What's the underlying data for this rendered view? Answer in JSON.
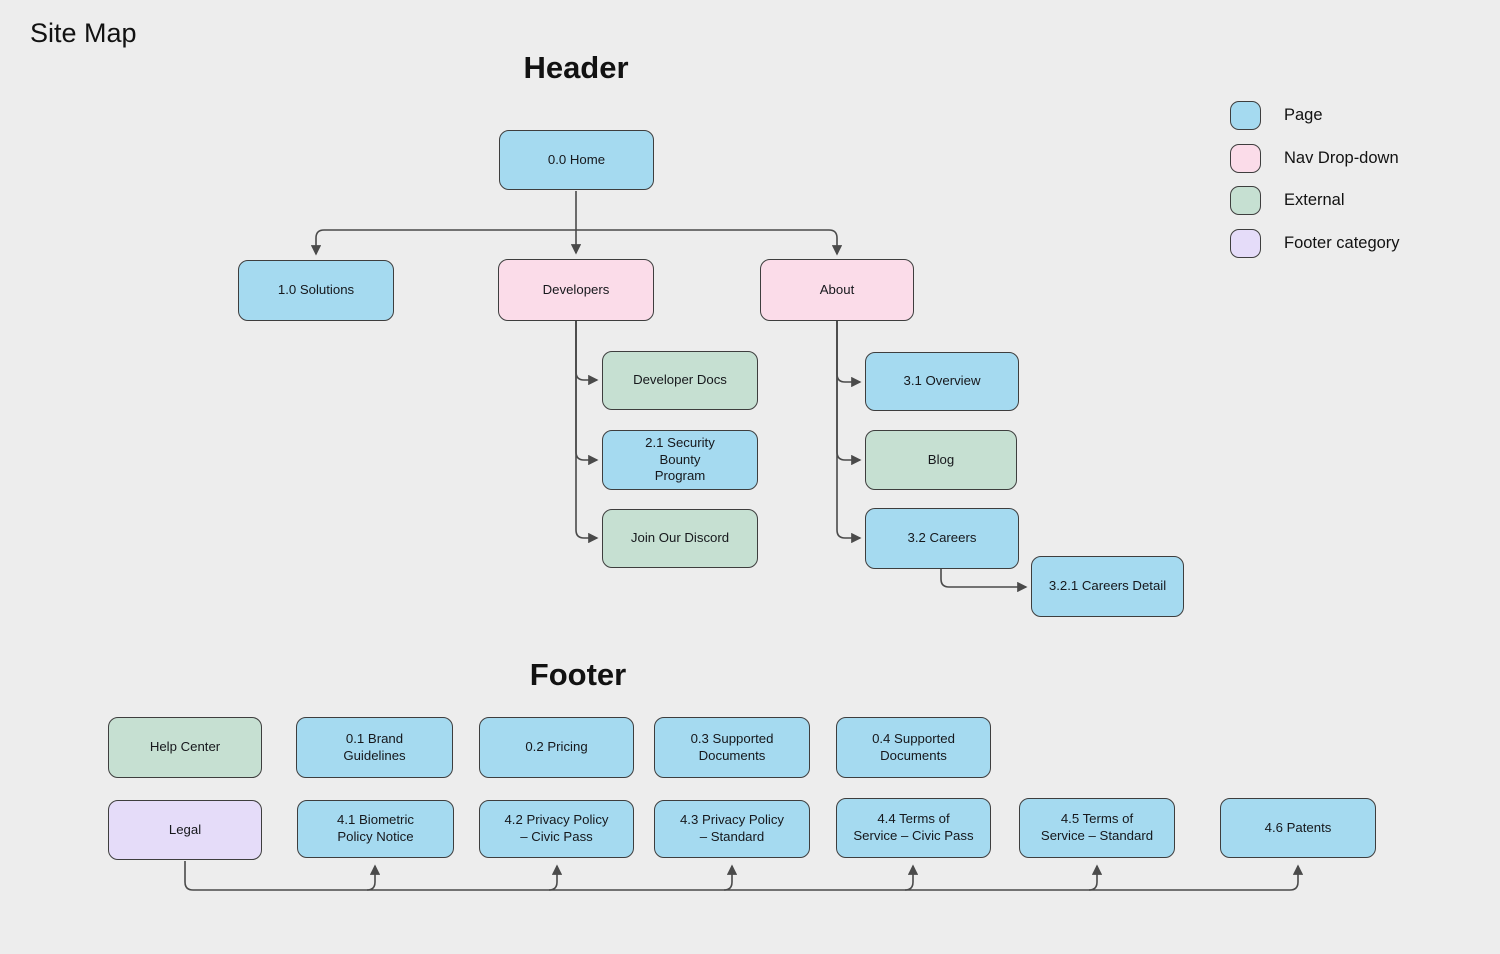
{
  "title": "Site Map",
  "sections": {
    "header_label": "Header",
    "footer_label": "Footer"
  },
  "colors": {
    "background": "#ededed",
    "page": "#a5daf0",
    "nav": "#fbdce9",
    "external": "#c6e0d2",
    "footercat": "#e5dcf9",
    "border": "#3e3e3e",
    "connector": "#4a4a4a",
    "text": "#141414"
  },
  "legend": {
    "items": {
      "page": "Page",
      "nav": "Nav Drop-down",
      "external": "External",
      "footercat": "Footer category"
    }
  },
  "nodes": {
    "home": {
      "label": "0.0 Home",
      "type": "page"
    },
    "solutions": {
      "label": "1.0 Solutions",
      "type": "page"
    },
    "developers": {
      "label": "Developers",
      "type": "nav"
    },
    "about": {
      "label": "About",
      "type": "nav"
    },
    "developer_docs": {
      "label": "Developer Docs",
      "type": "external"
    },
    "security_bounty": {
      "label": "2.1 Security\nBounty\nProgram",
      "type": "page"
    },
    "join_discord": {
      "label": "Join Our Discord",
      "type": "external"
    },
    "overview": {
      "label": "3.1 Overview",
      "type": "page"
    },
    "blog": {
      "label": "Blog",
      "type": "external"
    },
    "careers": {
      "label": "3.2 Careers",
      "type": "page"
    },
    "careers_detail": {
      "label": "3.2.1 Careers Detail",
      "type": "page"
    },
    "help_center": {
      "label": "Help Center",
      "type": "external"
    },
    "brand_guidelines": {
      "label": "0.1 Brand\nGuidelines",
      "type": "page"
    },
    "pricing": {
      "label": "0.2 Pricing",
      "type": "page"
    },
    "supported_docs_03": {
      "label": "0.3 Supported\nDocuments",
      "type": "page"
    },
    "supported_docs_04": {
      "label": "0.4 Supported\nDocuments",
      "type": "page"
    },
    "legal": {
      "label": "Legal",
      "type": "footercat"
    },
    "biometric_policy": {
      "label": "4.1 Biometric\nPolicy Notice",
      "type": "page"
    },
    "privacy_civic": {
      "label": "4.2 Privacy Policy\n– Civic Pass",
      "type": "page"
    },
    "privacy_standard": {
      "label": "4.3 Privacy Policy\n– Standard",
      "type": "page"
    },
    "tos_civic": {
      "label": "4.4 Terms of\nService – Civic Pass",
      "type": "page"
    },
    "tos_standard": {
      "label": "4.5 Terms of\nService – Standard",
      "type": "page"
    },
    "patents": {
      "label": "4.6 Patents",
      "type": "page"
    }
  }
}
